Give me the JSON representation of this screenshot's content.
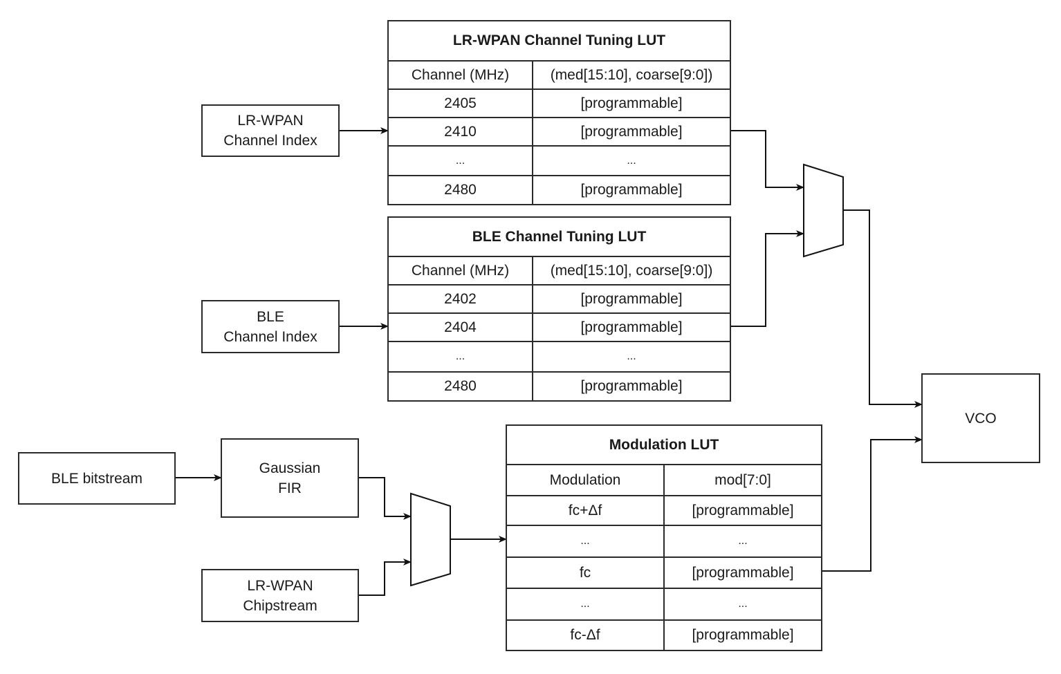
{
  "lr_wpan_index": {
    "text": "LR-WPAN\nChannel Index"
  },
  "ble_index": {
    "text": "BLE\nChannel Index"
  },
  "ble_bitstream": {
    "text": "BLE bitstream"
  },
  "gaussian_fir": {
    "text": "Gaussian\nFIR"
  },
  "lr_wpan_chipstream": {
    "text": "LR-WPAN\nChipstream"
  },
  "vco": {
    "text": "VCO"
  },
  "lr_wpan_lut": {
    "title": "LR-WPAN Channel Tuning LUT",
    "headers": [
      "Channel (MHz)",
      "(med[15:10], coarse[9:0])"
    ],
    "rows": [
      [
        "2405",
        "[programmable]"
      ],
      [
        "2410",
        "[programmable]"
      ],
      [
        "...",
        "..."
      ],
      [
        "2480",
        "[programmable]"
      ]
    ]
  },
  "ble_lut": {
    "title": "BLE Channel Tuning LUT",
    "headers": [
      "Channel (MHz)",
      "(med[15:10], coarse[9:0])"
    ],
    "rows": [
      [
        "2402",
        "[programmable]"
      ],
      [
        "2404",
        "[programmable]"
      ],
      [
        "...",
        "..."
      ],
      [
        "2480",
        "[programmable]"
      ]
    ]
  },
  "modulation_lut": {
    "title": "Modulation LUT",
    "headers": [
      "Modulation",
      "mod[7:0]"
    ],
    "rows": [
      [
        "fc+Δf",
        "[programmable]"
      ],
      [
        "...",
        "..."
      ],
      [
        "fc",
        "[programmable]"
      ],
      [
        "...",
        "..."
      ],
      [
        "fc-Δf",
        "[programmable]"
      ]
    ]
  }
}
